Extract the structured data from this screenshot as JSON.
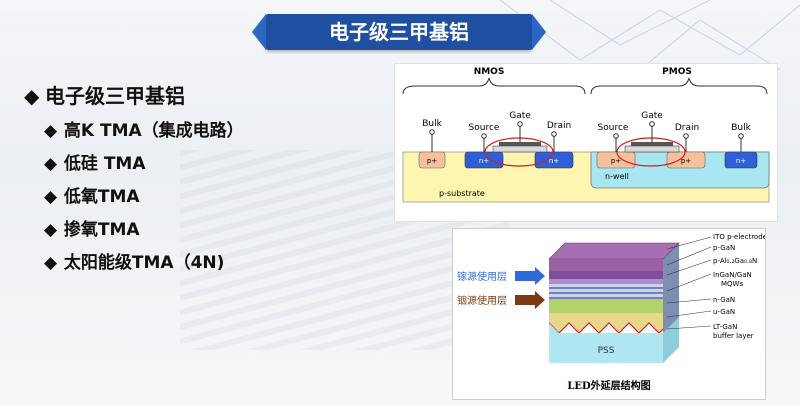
{
  "slide": {
    "title": "电子级三甲基铝",
    "main_bullet": "电子级三甲基铝",
    "sub_bullets": [
      "高K TMA（集成电路）",
      "低硅 TMA",
      "低氧TMA",
      "掺氧TMA",
      "太阳能级TMA（4N)"
    ],
    "bullet_glyph": "◆"
  },
  "cmos_figure": {
    "nmos_label": "NMOS",
    "pmos_label": "PMOS",
    "nmos_terminals": [
      "Bulk",
      "Source",
      "Gate",
      "Drain"
    ],
    "pmos_terminals": [
      "Source",
      "Gate",
      "Drain",
      "Bulk"
    ],
    "nmos_regions": [
      "p+",
      "n+",
      "n+"
    ],
    "pmos_regions": [
      "p+",
      "p+",
      "n+"
    ],
    "substrate_label": "p-substrate",
    "well_label": "n-well",
    "colors": {
      "substrate": "#fdf5b0",
      "well": "#a8e6f2",
      "p_plus": "#f7c09c",
      "n_plus": "#2f5fd8",
      "gate_ring": "#d01f1f"
    }
  },
  "led_figure": {
    "caption": "LED外延层结构图",
    "left_labels": [
      "镓源使用层",
      "铟源使用层"
    ],
    "layer_labels": [
      "ITO p-electrode",
      "p-GaN",
      "p-Al₀.₂Ga₀.₈N",
      "InGaN/GaN",
      "MQWs",
      "n-GaN",
      "u-GaN",
      "LT-GaN",
      "buffer layer"
    ],
    "base_label": "PSS",
    "colors": {
      "top": "#9b5fa6",
      "pgan": "#7e4d9c",
      "mqw": "#b9c7e0",
      "ngan": "#b2d26a",
      "ugan": "#e8d68a",
      "pss": "#aee7f2",
      "arrow_ga": "#2f6bd8",
      "arrow_in": "#7a3b10"
    }
  }
}
